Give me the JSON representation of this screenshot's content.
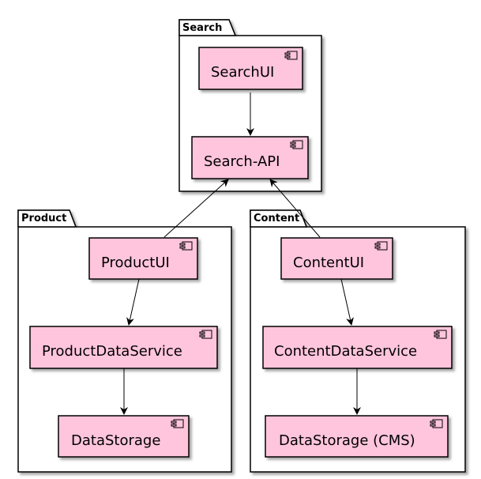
{
  "colors": {
    "component_fill": "#ffc5dc",
    "stroke": "#000000",
    "background": "#ffffff"
  },
  "packages": {
    "search": {
      "title": "Search"
    },
    "product": {
      "title": "Product"
    },
    "content": {
      "title": "Content"
    }
  },
  "components": {
    "search_ui": {
      "label": "SearchUI"
    },
    "search_api": {
      "label": "Search-API"
    },
    "product_ui": {
      "label": "ProductUI"
    },
    "product_data_service": {
      "label": "ProductDataService"
    },
    "data_storage": {
      "label": "DataStorage"
    },
    "content_ui": {
      "label": "ContentUI"
    },
    "content_data_service": {
      "label": "ContentDataService"
    },
    "data_storage_cms": {
      "label": "DataStorage (CMS)"
    }
  },
  "connections": [
    {
      "from": "SearchUI",
      "to": "Search-API"
    },
    {
      "from": "ProductUI",
      "to": "Search-API"
    },
    {
      "from": "ContentUI",
      "to": "Search-API"
    },
    {
      "from": "ProductUI",
      "to": "ProductDataService"
    },
    {
      "from": "ProductDataService",
      "to": "DataStorage"
    },
    {
      "from": "ContentUI",
      "to": "ContentDataService"
    },
    {
      "from": "ContentDataService",
      "to": "DataStorage (CMS)"
    }
  ]
}
